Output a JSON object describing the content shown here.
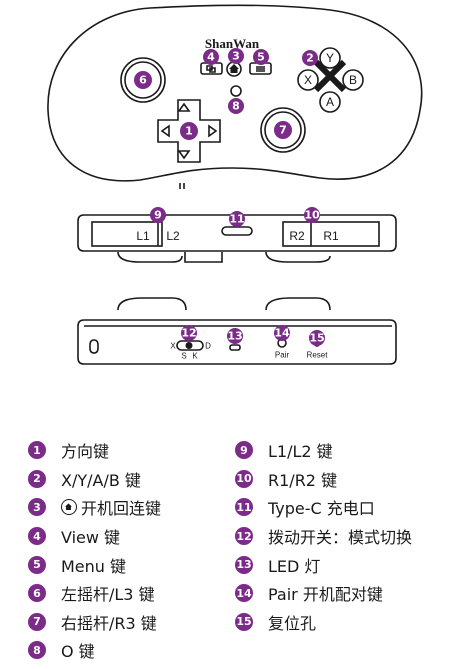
{
  "brand": "ShanWan",
  "callouts": {
    "c1": "1",
    "c2": "2",
    "c3": "3",
    "c4": "4",
    "c5": "5",
    "c6": "6",
    "c7": "7",
    "c8": "8",
    "c9": "9",
    "c10": "10",
    "c11": "11",
    "c12": "12",
    "c13": "13",
    "c14": "14",
    "c15": "15"
  },
  "face_buttons": {
    "y": "Y",
    "x": "X",
    "b": "B",
    "a": "A"
  },
  "shoulder_labels": {
    "l1": "L1",
    "l2": "L2",
    "r2": "R2",
    "r1": "R1"
  },
  "bottom_labels": {
    "switch_x": "X",
    "switch_d": "D",
    "switch_s": "S",
    "switch_k": "K",
    "pair": "Pair",
    "reset": "Reset"
  },
  "legend_left": [
    {
      "num": "1",
      "text": "方向键"
    },
    {
      "num": "2",
      "text": "X/Y/A/B 键"
    },
    {
      "num": "3",
      "text": "开机回连键"
    },
    {
      "num": "4",
      "text": "View 键"
    },
    {
      "num": "5",
      "text": "Menu 键"
    },
    {
      "num": "6",
      "text": "左摇杆/L3 键"
    },
    {
      "num": "7",
      "text": "右摇杆/R3 键"
    },
    {
      "num": "8",
      "text": "O 键"
    }
  ],
  "legend_right": [
    {
      "num": "9",
      "text": "L1/L2 键"
    },
    {
      "num": "10",
      "text": "R1/R2 键"
    },
    {
      "num": "11",
      "text": "Type-C 充电口"
    },
    {
      "num": "12",
      "text": "拨动开关：模式切换"
    },
    {
      "num": "13",
      "text": "LED 灯"
    },
    {
      "num": "14",
      "text": "Pair 开机配对键"
    },
    {
      "num": "15",
      "text": "复位孔"
    }
  ],
  "colors": {
    "badge": "#7b2b88",
    "line": "#1a1a1a"
  },
  "icons": {
    "home": "home-icon"
  }
}
